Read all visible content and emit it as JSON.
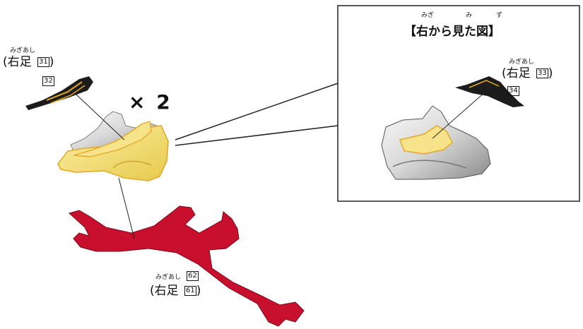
{
  "multiplier": "× 2",
  "side_view": {
    "title": "【右から見た図】",
    "furigana": [
      "みぎ",
      "み",
      "ず"
    ],
    "part": {
      "ruby": "みぎあし",
      "label": "右足",
      "numbers": [
        "33",
        "34"
      ]
    }
  },
  "left_parts": {
    "upper": {
      "ruby": "みぎあし",
      "label": "右足",
      "numbers": [
        "31",
        "32"
      ]
    },
    "lower": {
      "ruby": "みぎあし",
      "label": "右足",
      "numbers": [
        "61",
        "62"
      ]
    }
  },
  "colors": {
    "yellow_fill": "#f2dc6e",
    "yellow_line": "#e4a92a",
    "red": "#c8102e",
    "black_piece": "#1c1c1c",
    "grey": "#9a9a9a"
  }
}
